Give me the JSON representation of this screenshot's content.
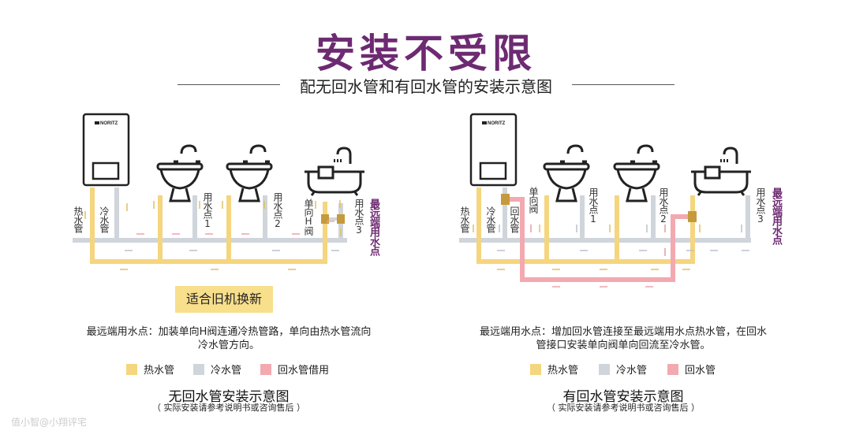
{
  "header": {
    "title": "安装不受限",
    "subtitle": "配无回水管和有回水管的安装示意图"
  },
  "colors": {
    "hot": "#f5d57e",
    "cold": "#cfd5db",
    "return": "#f3a9b0",
    "accent": "#6d2a72"
  },
  "left": {
    "brand": "NORITZ",
    "labels": {
      "hot": "热水管",
      "cold": "冷水管",
      "point1": "用水点1",
      "point2": "用水点2",
      "valve": "单向H阀",
      "point3": "用水点3",
      "far": "最远端用水点"
    },
    "badge": "适合旧机换新",
    "desc_line1": "最远端用水点：加装单向H阀连通冷热管路，单向由热水管流向",
    "desc_line2": "冷水管方向。",
    "legend": [
      "热水管",
      "冷水管",
      "回水管借用"
    ],
    "caption": "无回水管安装示意图",
    "note": "（ 实际安装请参考说明书或咨询售后 ）"
  },
  "right": {
    "brand": "NORITZ",
    "labels": {
      "hot": "热水管",
      "cold": "冷水管",
      "return": "回水管",
      "valve": "单向阀",
      "point1": "用水点1",
      "point2": "用水点2",
      "point3": "用水点3",
      "far": "最远端用水点"
    },
    "desc_line1": "最远端用水点：增加回水管连接至最远端用水点热水管，在回水",
    "desc_line2": "管接口安装单向阀单向回流至冷水管。",
    "legend": [
      "热水管",
      "冷水管",
      "回水管"
    ],
    "caption": "有回水管安装示意图",
    "note": "（ 实际安装请参考说明书或咨询售后 ）"
  },
  "watermark": "值小智@小翔评宅"
}
